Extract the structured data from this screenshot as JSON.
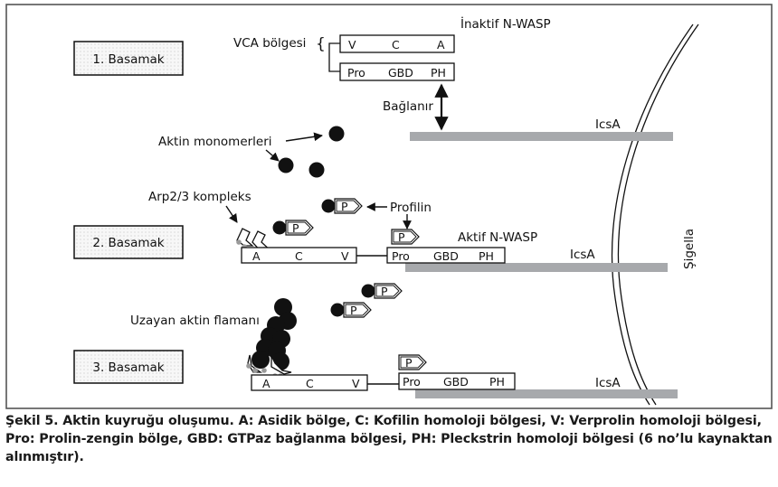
{
  "figure": {
    "steps": [
      "1. Basamak",
      "2. Basamak",
      "3. Basamak"
    ],
    "labels": {
      "vca_region": "VCA bölgesi",
      "inactive_nwasp": "İnaktif N-WASP",
      "active_nwasp": "Aktif N-WASP",
      "binds": "Bağlanır",
      "actin_monomers": "Aktin monomerleri",
      "arp23_complex": "Arp2/3 kompleks",
      "profilin": "Profilin",
      "elongating_actin": "Uzayan aktin flamanı",
      "icsa": "IcsA",
      "shigella": "Şigella"
    },
    "domains": {
      "vca": [
        "V",
        "C",
        "A"
      ],
      "acv": [
        "A",
        "C",
        "V"
      ],
      "pro_gbd_ph": [
        "Pro",
        "GBD",
        "PH"
      ]
    },
    "profilin_mark": "P",
    "colors": {
      "ink": "#111111",
      "membrane_bar": "#a7a9ac",
      "step_fill": "#f4f4f4",
      "arp_dot": "#9a9a9a",
      "frame": "#555555"
    }
  },
  "caption": {
    "text": "Şekil 5. Aktin kuyruğu oluşumu. A: Asidik bölge, C: Kofilin homoloji bölgesi, V: Verprolin homoloji bölgesi, Pro: Prolin-zengin bölge, GBD: GTPaz bağlanma bölgesi, PH: Pleckstrin homoloji bölgesi (6 no’lu kaynaktan alınmıştır)."
  }
}
